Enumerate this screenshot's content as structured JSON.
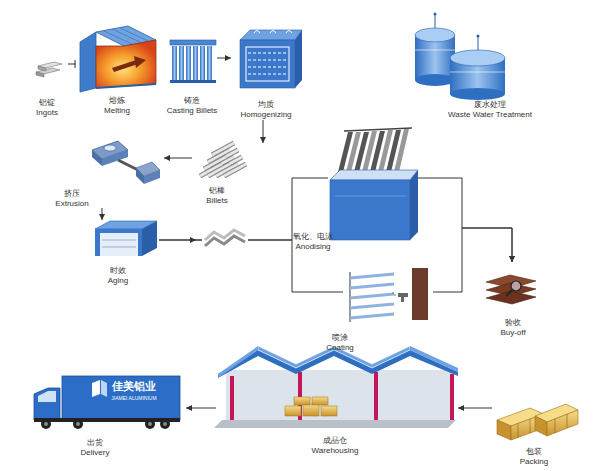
{
  "diagram": {
    "nodes": [
      {
        "text": [
          "铝锭 Ingots"
        ]
      },
      {
        "text": [
          "熔炼 Melting"
        ]
      },
      {
        "text": [
          "铸造 Casting Billets"
        ]
      },
      {
        "text": [
          "均质 Homogenizing"
        ]
      },
      {
        "text": [
          "废水处理 Waste Water Treatment"
        ]
      },
      {
        "text": [
          "铝棒 Billets"
        ]
      },
      {
        "text": [
          "挤压 Extrusion"
        ]
      },
      {
        "text": [
          "时效 Aging"
        ]
      },
      {
        "text": [
          "氧化、电泳 Anodising"
        ]
      },
      {
        "text": [
          "喷涂 Coating"
        ]
      },
      {
        "text": [
          "验收 Buy-off"
        ]
      },
      {
        "text": [
          "成品仓 Warehousing"
        ]
      },
      {
        "text": [
          "包装 Packing"
        ]
      },
      {
        "text": [
          "出货 Delivery"
        ]
      }
    ],
    "edges": [
      {
        "from": 0,
        "to": 1,
        "arrow": "none"
      },
      {
        "from": 2,
        "to": 3,
        "arrow": "to"
      },
      {
        "from": 3,
        "to": 5,
        "arrow": "to"
      },
      {
        "from": 5,
        "to": 6,
        "arrow": "to"
      },
      {
        "from": 6,
        "to": 7,
        "arrow": "to"
      },
      {
        "from": 7,
        "to": 8,
        "arrow": "none"
      },
      {
        "from": 7,
        "to": 9,
        "arrow": "none"
      },
      {
        "from": 8,
        "to": 10,
        "arrow": "to"
      },
      {
        "from": 9,
        "to": 10,
        "arrow": "to"
      },
      {
        "from": 12,
        "to": 11,
        "arrow": "to"
      },
      {
        "from": 11,
        "to": 13,
        "arrow": "to"
      }
    ],
    "labels": [
      "佳美铝业",
      "JIAMEI ALUMINIUM"
    ]
  }
}
